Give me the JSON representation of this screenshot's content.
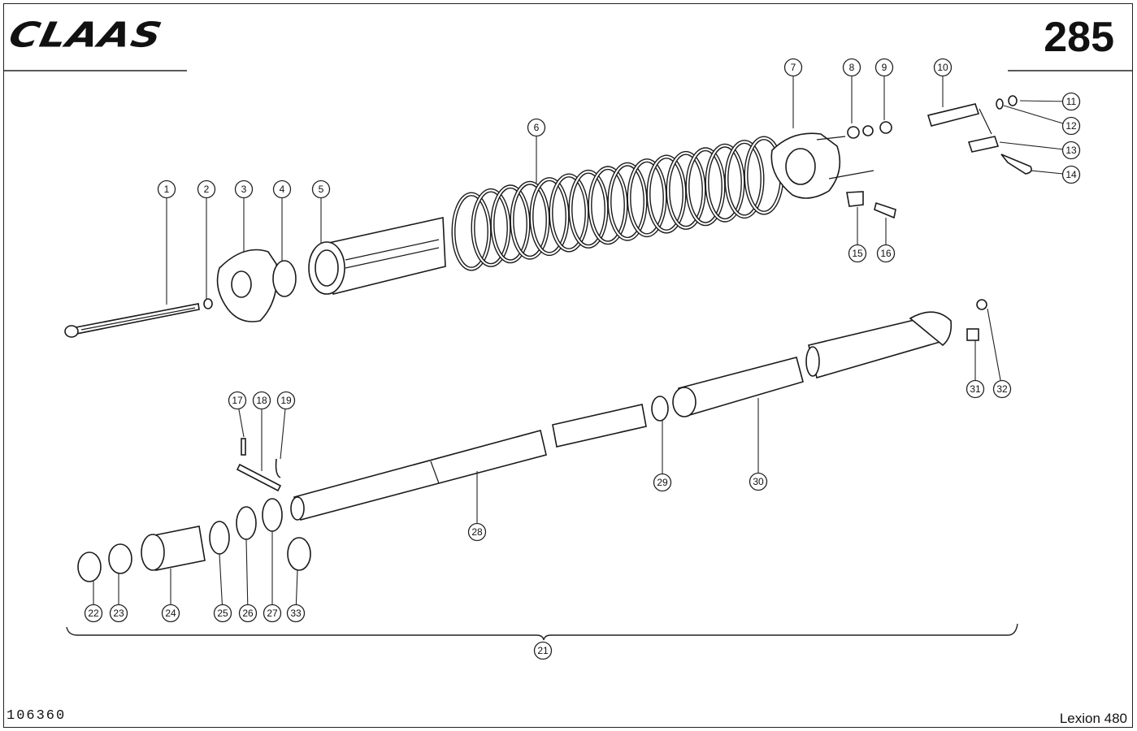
{
  "header": {
    "brand": "CLAAS",
    "page_number": "285"
  },
  "footer": {
    "reference_number": "106360",
    "model": "Lexion 480"
  },
  "callouts": [
    {
      "id": "1",
      "label": "1"
    },
    {
      "id": "2",
      "label": "2"
    },
    {
      "id": "3",
      "label": "3"
    },
    {
      "id": "4",
      "label": "4"
    },
    {
      "id": "5",
      "label": "5"
    },
    {
      "id": "6",
      "label": "6"
    },
    {
      "id": "7",
      "label": "7"
    },
    {
      "id": "8",
      "label": "8"
    },
    {
      "id": "9",
      "label": "9"
    },
    {
      "id": "10",
      "label": "10"
    },
    {
      "id": "11",
      "label": "11"
    },
    {
      "id": "12",
      "label": "12"
    },
    {
      "id": "13",
      "label": "13"
    },
    {
      "id": "14",
      "label": "14"
    },
    {
      "id": "15",
      "label": "15"
    },
    {
      "id": "16",
      "label": "16"
    },
    {
      "id": "17",
      "label": "17"
    },
    {
      "id": "18",
      "label": "18"
    },
    {
      "id": "19",
      "label": "19"
    },
    {
      "id": "21",
      "label": "21"
    },
    {
      "id": "22",
      "label": "22"
    },
    {
      "id": "23",
      "label": "23"
    },
    {
      "id": "24",
      "label": "24"
    },
    {
      "id": "25",
      "label": "25"
    },
    {
      "id": "26",
      "label": "26"
    },
    {
      "id": "27",
      "label": "27"
    },
    {
      "id": "28",
      "label": "28"
    },
    {
      "id": "29",
      "label": "29"
    },
    {
      "id": "30",
      "label": "30"
    },
    {
      "id": "31",
      "label": "31"
    },
    {
      "id": "32",
      "label": "32"
    },
    {
      "id": "33",
      "label": "33"
    }
  ]
}
